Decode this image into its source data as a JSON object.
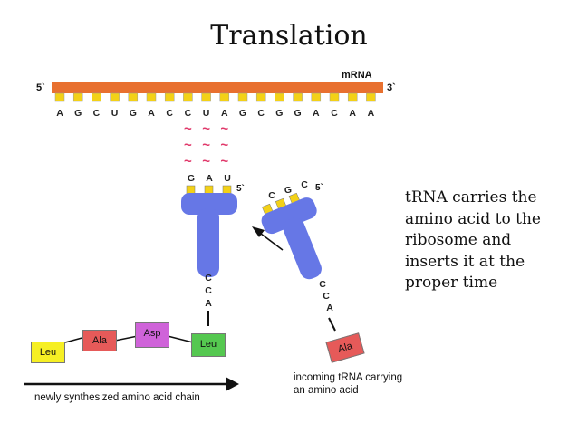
{
  "title": "Translation",
  "side_text": "tRNA carries the amino acid to the ribosome and inserts it at the proper time",
  "mrna": {
    "label": "mRNA",
    "five_prime": "5`",
    "three_prime": "3`",
    "sequence": [
      "A",
      "G",
      "C",
      "U",
      "G",
      "A",
      "C",
      "C",
      "U",
      "A",
      "G",
      "C",
      "G",
      "G",
      "A",
      "C",
      "A",
      "A"
    ],
    "pairing_mark": "~"
  },
  "trna_bound": {
    "anticodon": [
      "G",
      "A",
      "U"
    ],
    "five_prime": "5`",
    "acceptor": [
      "C",
      "C",
      "A"
    ]
  },
  "trna_incoming": {
    "anticodon": [
      "C",
      "G",
      "C"
    ],
    "five_prime": "5`",
    "acceptor": [
      "C",
      "C",
      "A"
    ],
    "amino_acid": "Ala"
  },
  "chain": {
    "amino_acids": [
      "Leu",
      "Ala",
      "Asp",
      "Leu"
    ],
    "label": "newly synthesized amino acid chain"
  },
  "incoming_caption": [
    "incoming tRNA carrying",
    "an amino acid"
  ],
  "colors": {
    "mrna_strand": "#e8702f",
    "codon_tabs": "#f3d117",
    "trna": "#6677e6",
    "pairing": "#e0386a",
    "leu": "#f6ef24",
    "ala": "#e65a59",
    "asp": "#cf63d9",
    "leu_bound": "#55c850"
  }
}
